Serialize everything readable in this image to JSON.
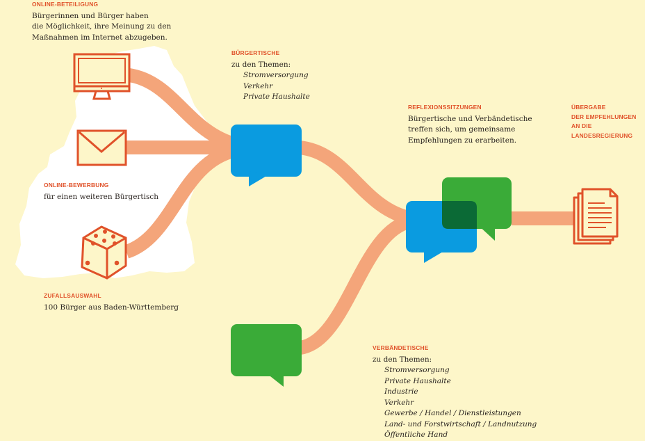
{
  "online": {
    "title": "ONLINE-BETEILIGUNG",
    "lines": [
      "Bürgerinnen und Bürger haben",
      "die Möglichkeit, ihre Meinung zu den",
      "Maßnahmen im Internet abzugeben."
    ]
  },
  "application": {
    "title": "ONLINE-BEWERBUNG",
    "text": "für einen weiteren Bürgertisch"
  },
  "random": {
    "title": "ZUFALLSAUSWAHL",
    "text": "100 Bürger aus Baden-Württemberg"
  },
  "citizen_tables": {
    "title": "BÜRGERTISCHE",
    "intro": "zu den Themen:",
    "topics": [
      "Stromversorgung",
      "Verkehr",
      "Private Haushalte"
    ]
  },
  "reflection": {
    "title": "REFLEXIONSSITZUNGEN",
    "lines": [
      "Bürgertische und Verbändetische",
      "treffen sich, um gemeinsame",
      "Empfehlungen zu erarbeiten."
    ]
  },
  "handover": {
    "title_lines": [
      "ÜBERGABE",
      "DER EMPFEHLUNGEN",
      "AN DIE",
      "LANDESREGIERUNG"
    ]
  },
  "association_tables": {
    "title": "VERBÄNDETISCHE",
    "intro": "zu den Themen:",
    "topics": [
      "Stromversorgung",
      "Private Haushalte",
      "Industrie",
      "Verkehr",
      "Gewerbe / Handel / Dienstleistungen",
      "Land- und Forstwirtschaft / Landnutzung",
      "Öffentliche Hand"
    ]
  },
  "colors": {
    "background": "#fdf6c9",
    "accent": "#e0522a",
    "flow": "#f4a57a",
    "bubble_blue": "#0a9be0",
    "bubble_green": "#3aab38",
    "overlap": "#0b6a36",
    "map": "#ffffff"
  },
  "icons": [
    "monitor-icon",
    "envelope-icon",
    "dice-icon",
    "document-stack-icon"
  ]
}
